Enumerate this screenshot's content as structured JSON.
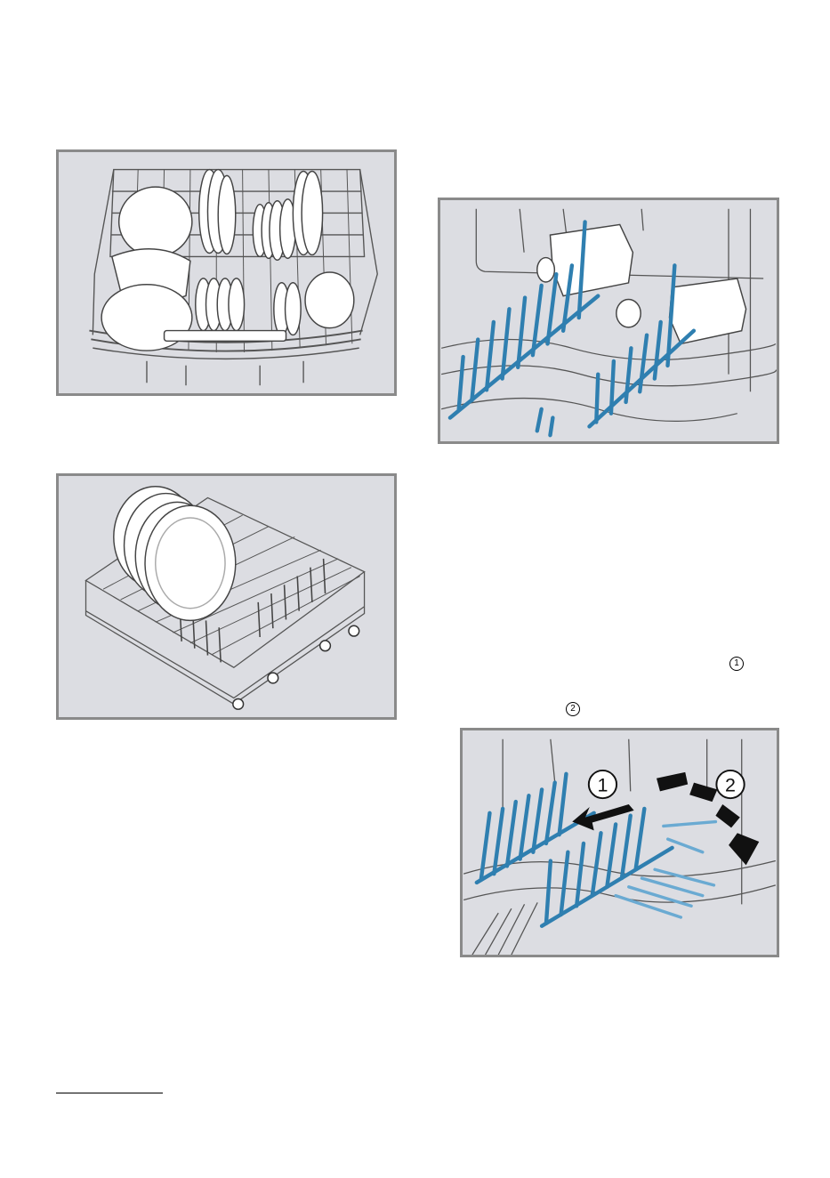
{
  "figures": [
    {
      "icon": "upper-basket-plates-bowls-illustration"
    },
    {
      "icon": "lower-basket-large-plates-illustration"
    },
    {
      "icon": "plate-rack-tines-illustration"
    },
    {
      "icon": "folding-plate-rack-steps-illustration",
      "callout_1": "1",
      "callout_2": "2"
    }
  ],
  "markers": {
    "step_1": "1",
    "step_2": "2"
  },
  "colors": {
    "tine_blue": "#2f7fb0",
    "tine_light": "#6aaad2",
    "figure_bg": "#dcdde2",
    "frame": "#8a8a8a"
  }
}
